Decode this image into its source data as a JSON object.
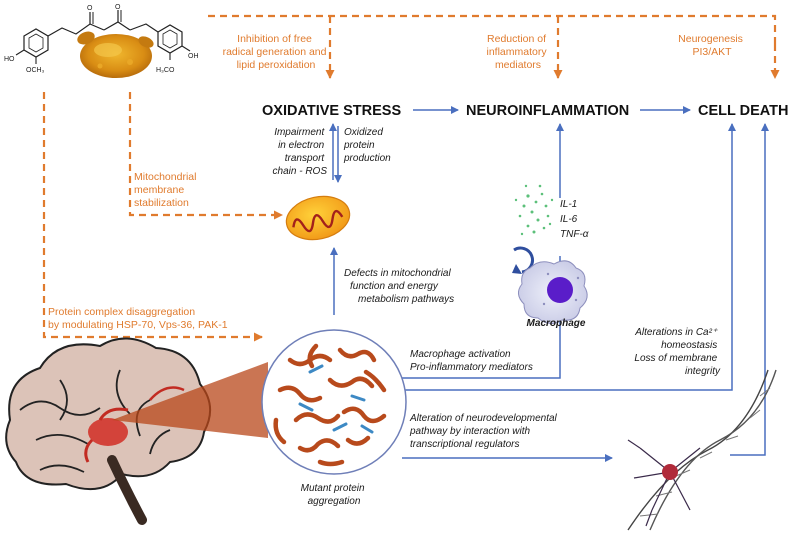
{
  "stages": {
    "oxidative_stress": "OXIDATIVE STRESS",
    "neuroinflammation": "NEUROINFLAMMATION",
    "cell_death": "CELL DEATH"
  },
  "curcumin_effects": {
    "inhibition": [
      "Inhibition of free",
      "radical generation and",
      "lipid peroxidation"
    ],
    "reduction": [
      "Reduction of",
      "inflammatory",
      "mediators"
    ],
    "neurogenesis": [
      "Neurogenesis",
      "PI3/AKT"
    ],
    "mitochondrial": [
      "Mitochondrial",
      "membrane",
      "stabilization"
    ],
    "protein_complex": [
      "Protein complex disaggregation",
      "by modulating HSP-70, Vps-36, PAK-1"
    ]
  },
  "mechanisms": {
    "impairment": [
      "Impairment",
      "in electron",
      "transport",
      "chain - ROS"
    ],
    "oxidized": [
      "Oxidized",
      "protein",
      "production"
    ],
    "defects": [
      "Defects in mitochondrial",
      "function and energy",
      "metabolism pathways"
    ],
    "macrophage_activation": [
      "Macrophage activation",
      "Pro-inflammatory mediators"
    ],
    "alterations_ca": [
      "Alterations in Ca²⁺",
      "homeostasis",
      "Loss of membrane",
      "integrity"
    ],
    "neurodevelopmental": [
      "Alteration  of  neurodevelopmental",
      "pathway  by  interaction  with",
      "transcriptional regulators"
    ],
    "mutant_protein": [
      "Mutant protein",
      "aggregation"
    ]
  },
  "cytokines": [
    "IL-1",
    "IL-6",
    "TNF-α"
  ],
  "macrophage_label": "Macrophage",
  "chem_labels": {
    "ho_left": "HO",
    "och3": "OCH₃",
    "ho_right": "OH",
    "h3co": "H₃CO",
    "o1": "O",
    "o2": "O"
  },
  "colors": {
    "orange": "#e07b2e",
    "blue": "#4a6fbf",
    "text": "#111111"
  }
}
